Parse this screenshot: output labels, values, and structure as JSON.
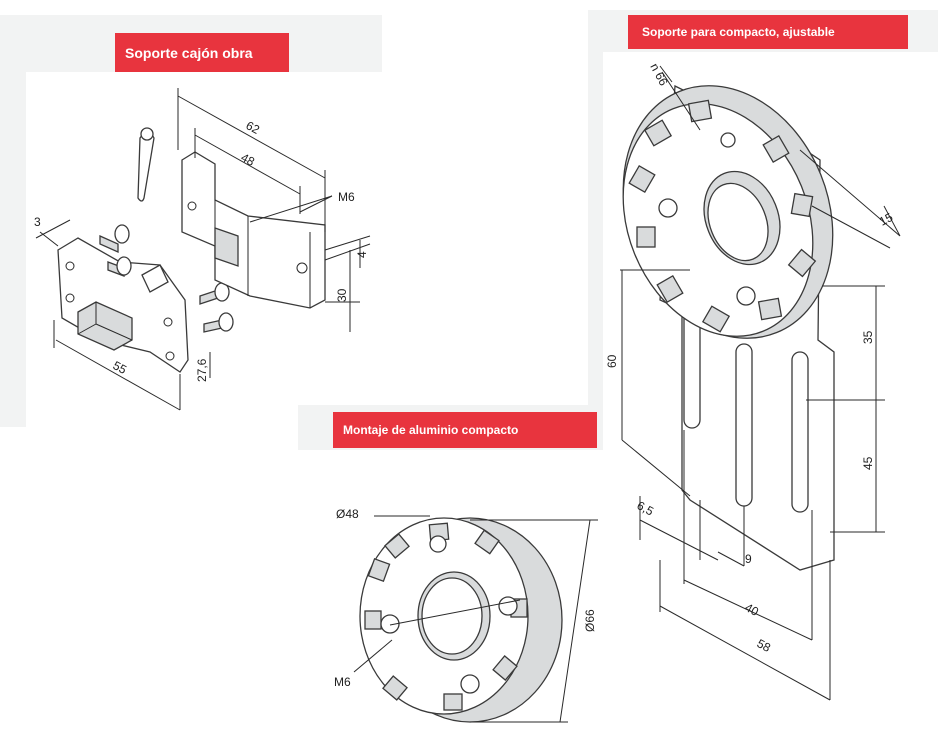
{
  "panels": {
    "soporte_cajon": {
      "title": "Soporte cajón obra",
      "dims": {
        "d62": "62",
        "d48": "48",
        "m6": "M6",
        "d4": "4",
        "d30": "30",
        "d3": "3",
        "d27_6": "27,6",
        "d55": "55"
      }
    },
    "soporte_compacto": {
      "title": "Soporte para compacto, ajustable",
      "dims": {
        "n66": "n 66",
        "d15": "15",
        "d60": "60",
        "d35": "35",
        "d45": "45",
        "d6_5": "6,5",
        "d9": "9",
        "d40": "40",
        "d58": "58"
      }
    },
    "montaje_aluminio": {
      "title": "Montaje de aluminio compacto",
      "dims": {
        "o48": "Ø48",
        "m6": "M6",
        "o66": "Ø66"
      }
    }
  },
  "colors": {
    "badge": "#e8343e",
    "panel_bg": "#f2f3f3",
    "line": "#2a2a2a",
    "metal": "#d9dbdc"
  }
}
